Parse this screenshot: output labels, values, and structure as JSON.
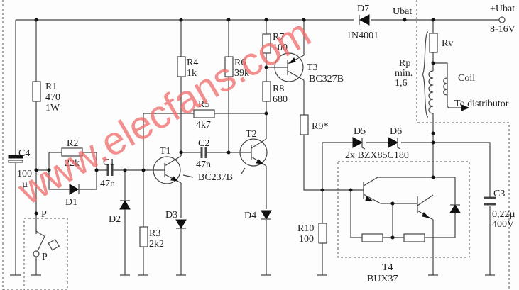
{
  "labels": {
    "c4": "C4",
    "c4_val1": "100",
    "c4_val2": "µ",
    "r1": "R1",
    "r1_val": "470",
    "r1_pow": "1W",
    "r2": "R2",
    "r2_val": "22k",
    "d1": "D1",
    "c1": "C1",
    "c1_val": "47n",
    "d2": "D2",
    "r3": "R3",
    "r3_val": "2k2",
    "t1": "T1",
    "t1_type": "BC237B",
    "d3": "D3",
    "r4": "R4",
    "r4_val": "1k",
    "r5": "R5",
    "r5_val": "4k7",
    "r6": "R6",
    "r6_val": "39k",
    "c2": "C2",
    "c2_val": "47n",
    "t2": "T2",
    "d4": "D4",
    "r7": "R7",
    "r7_val": "100",
    "r8": "R8",
    "r8_val": "680",
    "t3": "T3",
    "t3_type": "BC327B",
    "r9": "R9*",
    "d7": "D7",
    "d7_type": "1N4001",
    "ubat": "Ubat",
    "plus_ubat": "+Ubat",
    "voltage": "8-16V",
    "rv": "Rv",
    "rp": "Rp",
    "rp_min": "min.",
    "rp_val": "1,6",
    "coil": "Coil",
    "to_distributor": "To distributor",
    "d5": "D5",
    "d6": "D6",
    "zener_type": "2x BZX85C180",
    "r10": "R10",
    "r10_val": "100",
    "t4": "T4",
    "t4_type": "BUX37",
    "c3": "C3",
    "c3_val": "0,22µ",
    "c3_volt": "400V",
    "p1": "P",
    "p2": "P"
  },
  "watermark": "www.elecfans.com"
}
